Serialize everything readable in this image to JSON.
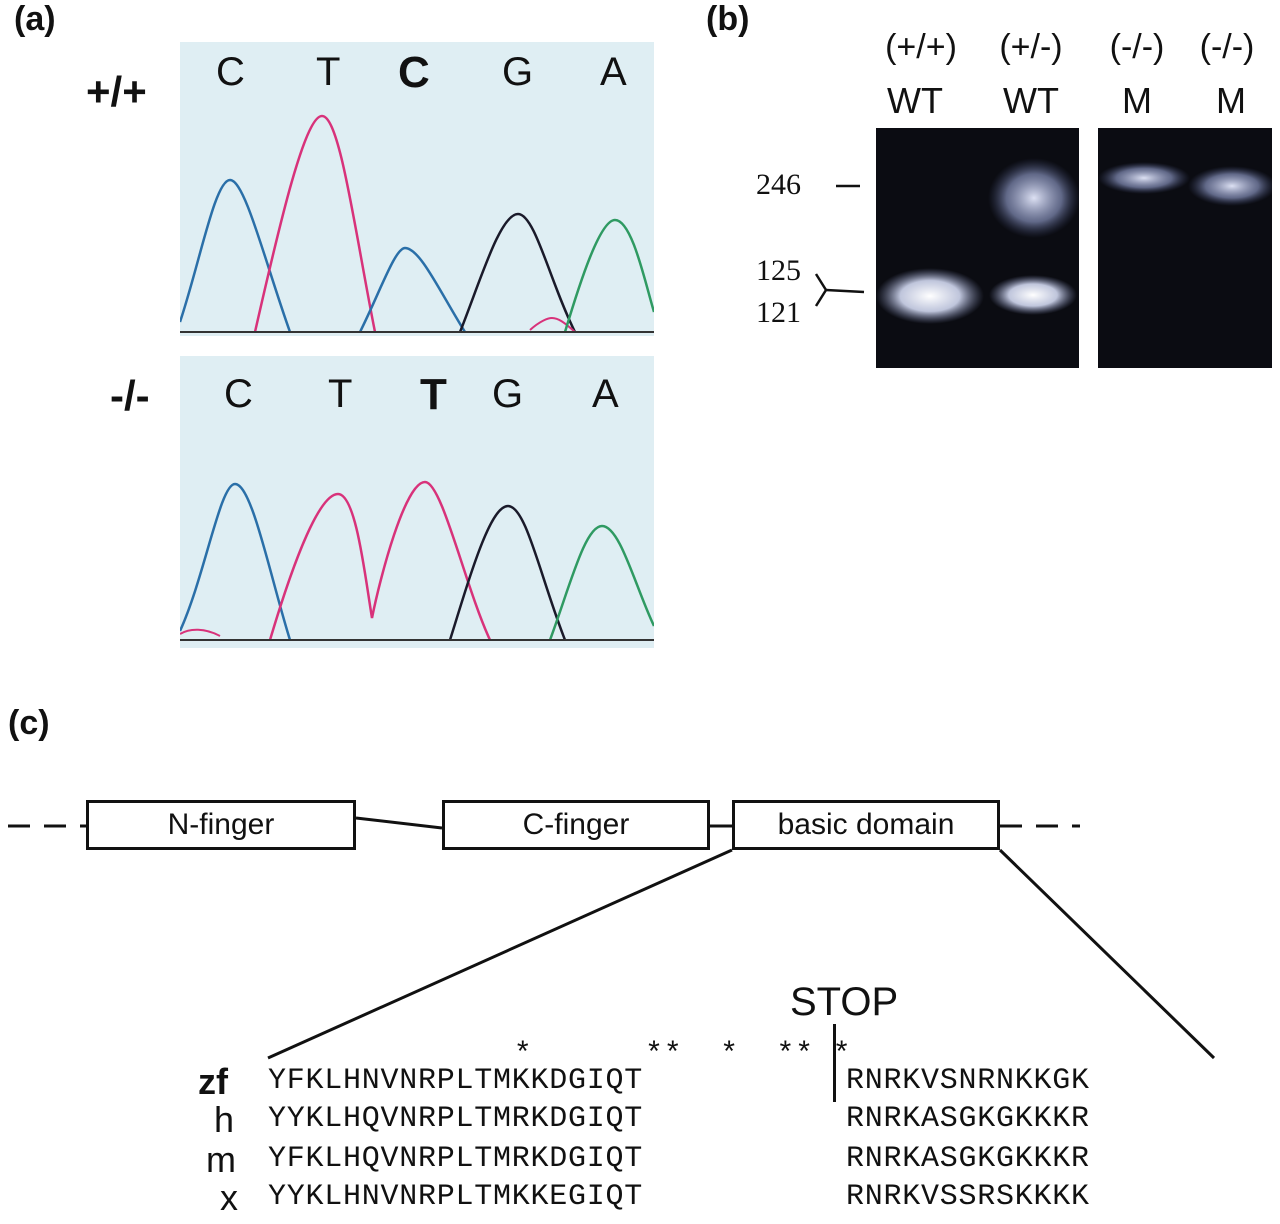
{
  "panel_a": {
    "label": "(a)",
    "top": {
      "genotype": "+/+",
      "bases": [
        {
          "text": "C",
          "bold": false
        },
        {
          "text": "T",
          "bold": false
        },
        {
          "text": "C",
          "bold": true
        },
        {
          "text": "G",
          "bold": false
        },
        {
          "text": "A",
          "bold": false
        }
      ]
    },
    "bottom": {
      "genotype": "-/-",
      "bases": [
        {
          "text": "C",
          "bold": false
        },
        {
          "text": "T",
          "bold": false
        },
        {
          "text": "T",
          "bold": true
        },
        {
          "text": "G",
          "bold": false
        },
        {
          "text": "A",
          "bold": false
        }
      ]
    },
    "trace_colors": {
      "C": "#2a6fa8",
      "T": "#d8327a",
      "G": "#1a1a2a",
      "A": "#2f9a62"
    }
  },
  "panel_b": {
    "label": "(b)",
    "lanes": [
      {
        "genotype": "(+/+)",
        "allele": "WT"
      },
      {
        "genotype": "(+/-)",
        "allele": "WT"
      },
      {
        "genotype": "(-/-)",
        "allele": "M"
      },
      {
        "genotype": "(-/-)",
        "allele": "M"
      }
    ],
    "markers": [
      "246",
      "125",
      "121"
    ]
  },
  "panel_c": {
    "label": "(c)",
    "domains": [
      "N-finger",
      "C-finger",
      "basic domain"
    ],
    "stop_label": "STOP",
    "stars_line": "             *      **  *  ** *",
    "sequences": [
      {
        "species": "zf",
        "left": "YFKLHNVNRPLTMKKDGIQT",
        "right": "RNRKVSNRNKKGK"
      },
      {
        "species": "h",
        "left": "YYKLHQVNRPLTMRKDGIQT",
        "right": "RNRKASGKGKKKR"
      },
      {
        "species": "m",
        "left": "YFKLHQVNRPLTMRKDGIQT",
        "right": "RNRKASGKGKKKR"
      },
      {
        "species": "x",
        "left": "YYKLHNVNRPLTMKKEGIQT",
        "right": "RNRKVSSRSKKKK"
      }
    ]
  }
}
